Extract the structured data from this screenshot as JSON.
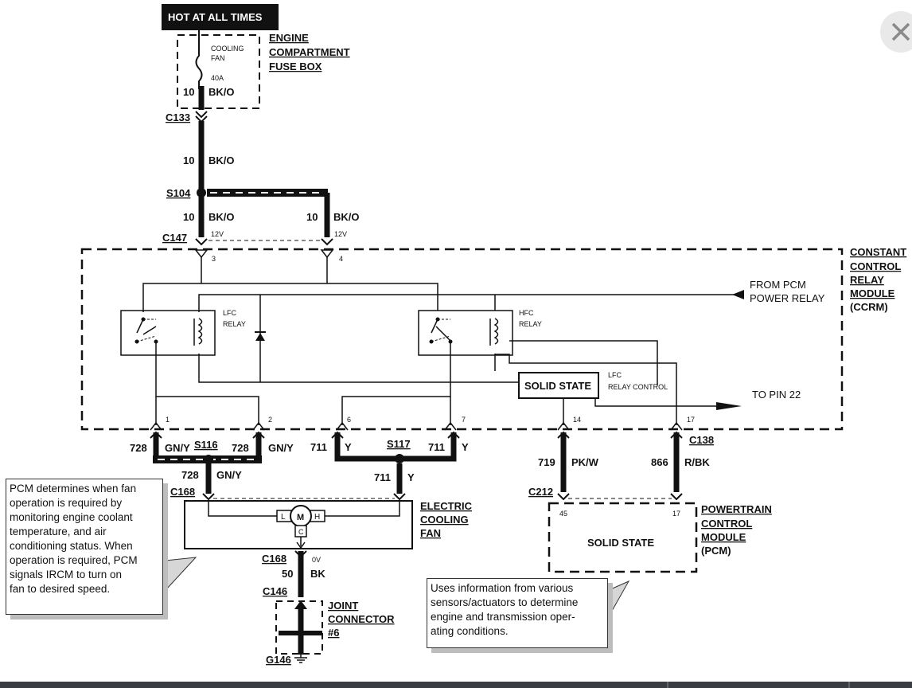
{
  "header_box": "HOT AT ALL TIMES",
  "fuse_box": {
    "title_lines": [
      "ENGINE",
      "COMPARTMENT",
      "FUSE BOX"
    ],
    "fuse_lines": [
      "COOLING",
      "FAN"
    ],
    "rating": "40A"
  },
  "wires": {
    "circuit_10": "10",
    "color_bko": "BK/O",
    "circuit_728": "728",
    "color_gny": "GN/Y",
    "circuit_711": "711",
    "color_y": "Y",
    "circuit_719": "719",
    "color_pkw": "PK/W",
    "circuit_866": "866",
    "color_rbk": "R/BK",
    "circuit_50": "50",
    "color_bk": "BK"
  },
  "connectors": {
    "c133": "C133",
    "s104": "S104",
    "c147": "C147",
    "s116": "S116",
    "s117": "S117",
    "c168": "C168",
    "c138": "C138",
    "c212": "C212",
    "c146": "C146",
    "g146": "G146"
  },
  "voltages": {
    "v12": "12V",
    "v0": "0V"
  },
  "pins": {
    "p3": "3",
    "p4": "4",
    "p1": "1",
    "p2": "2",
    "p6": "6",
    "p7": "7",
    "p14": "14",
    "p17": "17",
    "p45": "45",
    "p17b": "17"
  },
  "ccrm": {
    "title_lines": [
      "CONSTANT",
      "CONTROL",
      "RELAY",
      "MODULE"
    ],
    "abbr": "(CCRM)",
    "lfc_relay": [
      "LFC",
      "RELAY"
    ],
    "hfc_relay": [
      "HFC",
      "RELAY"
    ],
    "solid_state": "SOLID STATE",
    "lfc_control": [
      "LFC",
      "RELAY CONTROL"
    ],
    "from_pcm": [
      "FROM PCM",
      "POWER RELAY"
    ],
    "to_pin": "TO PIN 22"
  },
  "fan": {
    "title_lines": [
      "ELECTRIC",
      "COOLING",
      "FAN"
    ],
    "motor": "M",
    "low": "L",
    "high": "H",
    "common": "C"
  },
  "pcm": {
    "title_lines": [
      "POWERTRAIN",
      "CONTROL",
      "MODULE"
    ],
    "abbr": "(PCM)",
    "body": "SOLID STATE"
  },
  "joint": {
    "title_lines": [
      "JOINT",
      "CONNECTOR",
      "#6"
    ]
  },
  "notes": {
    "left": [
      "PCM determines when fan",
      "operation is required by",
      "monitoring engine coolant",
      "temperature, and air",
      "conditioning status. When",
      "operation is required, PCM",
      "signals IRCM to turn on",
      "fan to desired speed."
    ],
    "right": [
      "Uses information from various",
      "sensors/actuators to determine",
      "engine and transmission oper-",
      "ating conditions."
    ]
  },
  "icons": {
    "close": "close-icon",
    "ground": "ground-icon",
    "motor": "motor-icon"
  }
}
